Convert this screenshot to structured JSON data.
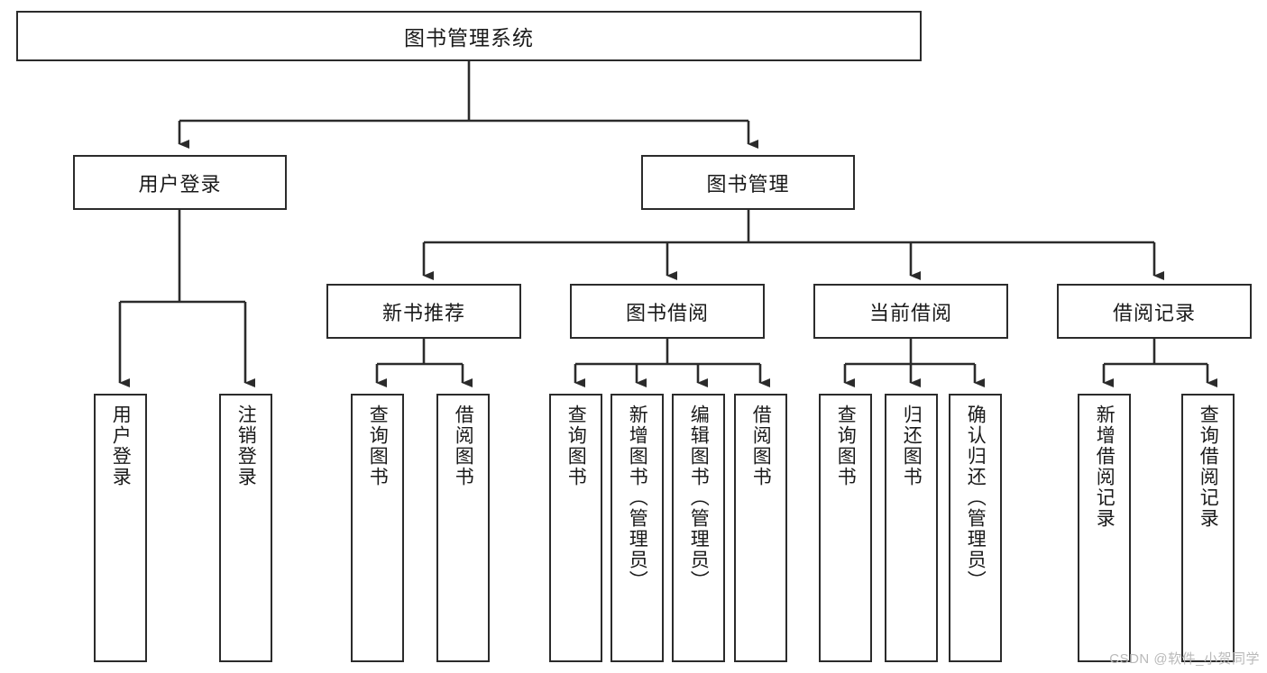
{
  "diagram": {
    "title": "图书管理系统",
    "type": "tree-hierarchy-diagram",
    "watermark": "CSDN @软件_小贺同学",
    "level1": [
      {
        "id": "user-login",
        "label": "用户登录"
      },
      {
        "id": "book-manage",
        "label": "图书管理"
      }
    ],
    "level2": [
      {
        "id": "new-book-recommend",
        "label": "新书推荐",
        "parent": "book-manage"
      },
      {
        "id": "book-borrow",
        "label": "图书借阅",
        "parent": "book-manage"
      },
      {
        "id": "current-borrow",
        "label": "当前借阅",
        "parent": "book-manage"
      },
      {
        "id": "borrow-record",
        "label": "借阅记录",
        "parent": "book-manage"
      }
    ],
    "leaves": {
      "user_login": [
        {
          "id": "leaf-user-login",
          "label": "用户登录"
        },
        {
          "id": "leaf-logout-login",
          "label": "注销登录"
        }
      ],
      "new_book_recommend": [
        {
          "id": "leaf-query-book-1",
          "label": "查询图书"
        },
        {
          "id": "leaf-borrow-book-1",
          "label": "借阅图书"
        }
      ],
      "book_borrow": [
        {
          "id": "leaf-query-book-2",
          "label": "查询图书"
        },
        {
          "id": "leaf-add-book",
          "label": "新增图书（管理员）"
        },
        {
          "id": "leaf-edit-book",
          "label": "编辑图书（管理员）"
        },
        {
          "id": "leaf-borrow-book-2",
          "label": "借阅图书"
        }
      ],
      "current_borrow": [
        {
          "id": "leaf-query-book-3",
          "label": "查询图书"
        },
        {
          "id": "leaf-return-book",
          "label": "归还图书"
        },
        {
          "id": "leaf-confirm-return",
          "label": "确认归还（管理员）"
        }
      ],
      "borrow_record": [
        {
          "id": "leaf-add-record",
          "label": "新增借阅记录"
        },
        {
          "id": "leaf-query-record",
          "label": "查询借阅记录"
        }
      ]
    },
    "colors": {
      "border": "#2b2b2b",
      "text": "#1a1a1a",
      "background": "#ffffff",
      "watermark": "#b9b9b9"
    }
  }
}
